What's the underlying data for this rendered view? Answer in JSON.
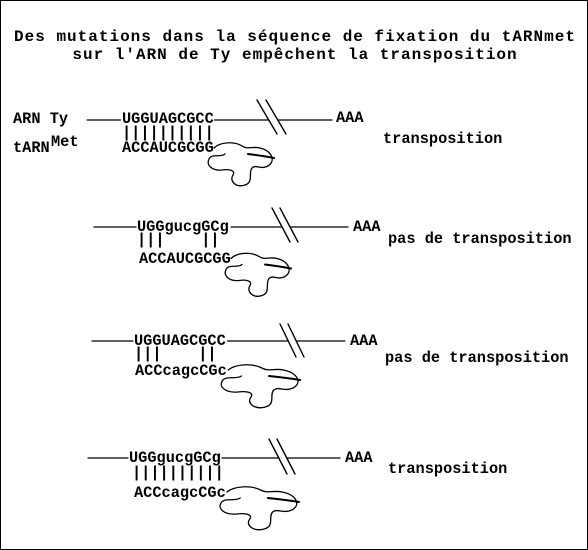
{
  "title": {
    "line1": "Des mutations dans la séquence de fixation du tARNmet",
    "line2": "sur l'ARN de Ty empêchent la transposition"
  },
  "labels": {
    "rna": "ARN Ty",
    "trna": "tARN",
    "trna_superscript": "Met"
  },
  "panels": [
    {
      "top_sequence": "UGGUAGCGCC",
      "pairing": "||||||||||",
      "bottom_sequence": "ACCAUCGCGG",
      "poly_a": "AAA",
      "result": "transposition"
    },
    {
      "top_sequence": "UGGgucgGCg",
      "pairing": "|||    ||",
      "bottom_sequence": "ACCAUCGCGG",
      "poly_a": "AAA",
      "result": "pas de transposition"
    },
    {
      "top_sequence": "UGGUAGCGCC",
      "pairing": "|||    ||",
      "bottom_sequence": "ACCcagcCGc",
      "poly_a": "AAA",
      "result": "pas de transposition"
    },
    {
      "top_sequence": "UGGgucgGCg",
      "pairing": "||||||||||",
      "bottom_sequence": "ACCcagcCGc",
      "poly_a": "AAA",
      "result": "transposition"
    }
  ]
}
